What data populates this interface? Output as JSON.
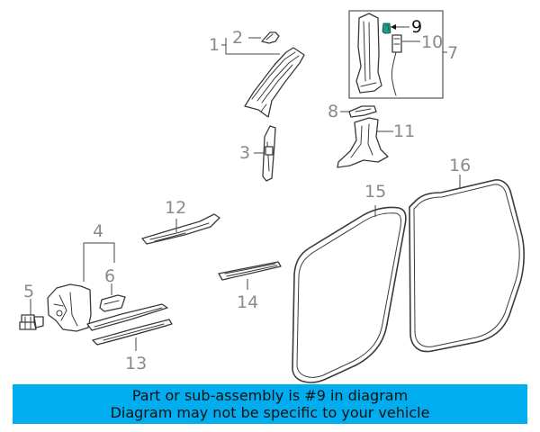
{
  "callouts": {
    "c1": "1",
    "c2": "2",
    "c3": "3",
    "c4": "4",
    "c5": "5",
    "c6": "6",
    "c7": "7",
    "c8": "8",
    "c9": "9",
    "c10": "10",
    "c11": "11",
    "c12": "12",
    "c13": "13",
    "c14": "14",
    "c15": "15",
    "c16": "16"
  },
  "highlighted_part": "9",
  "banner": {
    "line1": "Part or sub-assembly is #9 in diagram",
    "line2": "Diagram may not be specific to your vehicle",
    "background": "#00aeef"
  },
  "colors": {
    "highlight_part": "#1a9c8c",
    "line_art": "#3a3a3a",
    "callout_text": "#8a8a8a"
  }
}
